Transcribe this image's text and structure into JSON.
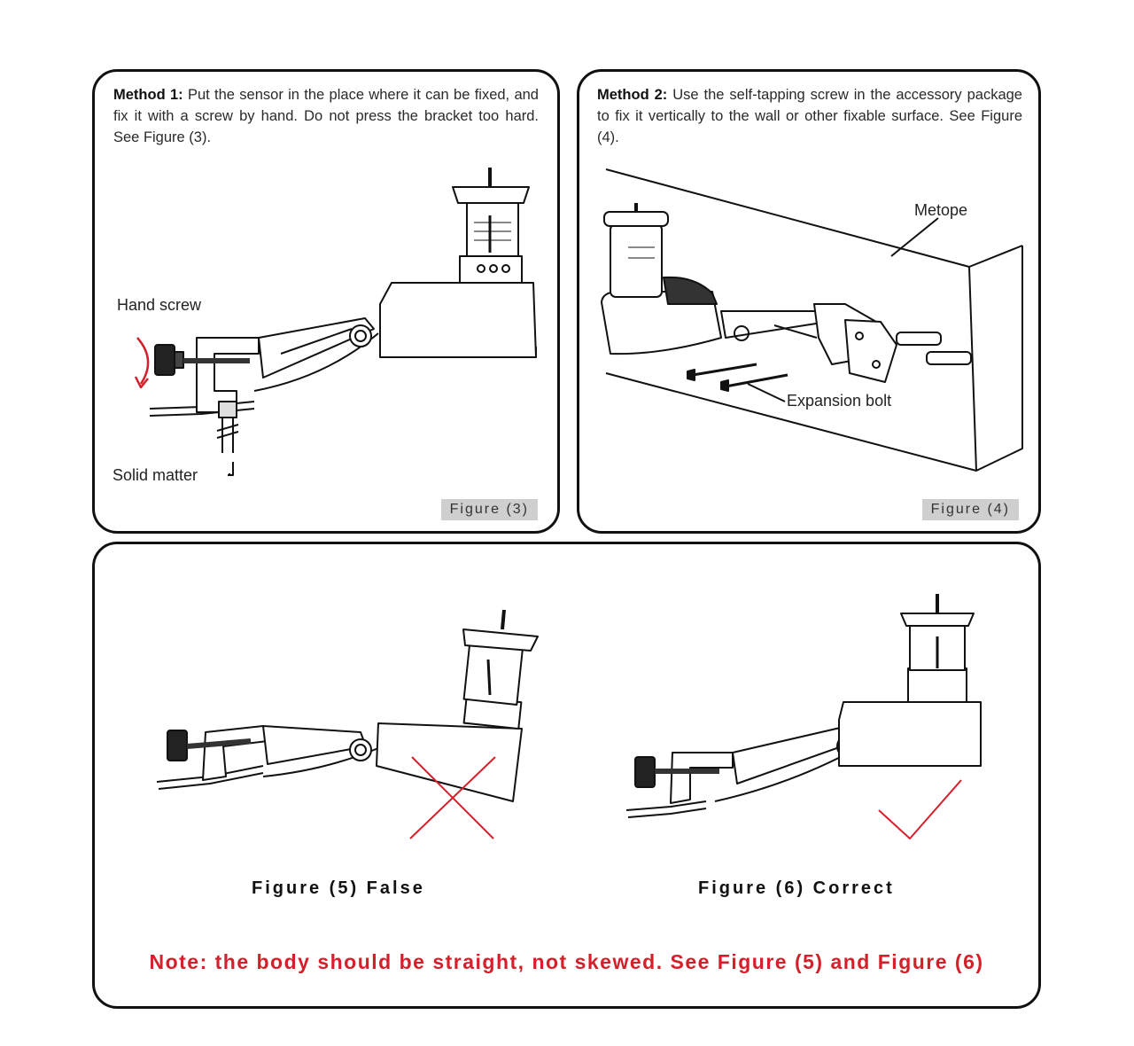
{
  "method1": {
    "heading": "Method 1:",
    "text": "Put the sensor in the place where it can be fixed, and fix it with a screw by hand. Do not press the bracket too hard. See Figure (3).",
    "figure_label": "Figure (3)",
    "callouts": {
      "hand_screw": "Hand screw",
      "solid_matter": "Solid matter"
    }
  },
  "method2": {
    "heading": "Method 2:",
    "text": "Use the self-tapping screw in the accessory package to fix it vertically to the wall or other fixable surface. See Figure (4).",
    "figure_label": "Figure (4)",
    "callouts": {
      "metope": "Metope",
      "expansion_bolt": "Expansion bolt"
    }
  },
  "comparison": {
    "false_caption": "Figure (5) False",
    "correct_caption": "Figure (6) Correct",
    "note": "Note: the body should be straight, not skewed. See Figure (5) and Figure (6)"
  },
  "colors": {
    "border": "#111111",
    "note_red": "#d4202a",
    "label_bg": "#cfcfcf"
  }
}
